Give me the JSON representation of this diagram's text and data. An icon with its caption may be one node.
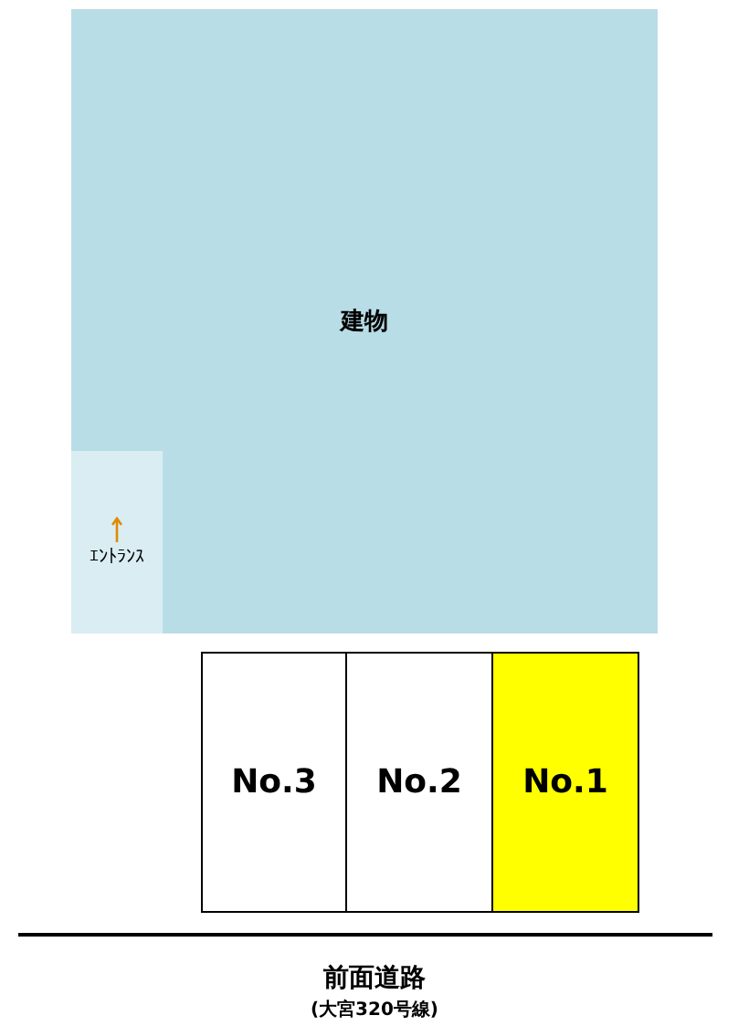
{
  "diagram": {
    "nodes": [
      {
        "text": [
          "建物"
        ]
      },
      {
        "text": [
          "ｴﾝﾄﾗﾝｽ"
        ],
        "in": 0
      },
      {
        "text": [
          "No.3"
        ]
      },
      {
        "text": [
          "No.2"
        ]
      },
      {
        "text": [
          "No.1"
        ]
      }
    ],
    "labels": [
      "前面道路",
      "(大宮320号線)"
    ]
  }
}
